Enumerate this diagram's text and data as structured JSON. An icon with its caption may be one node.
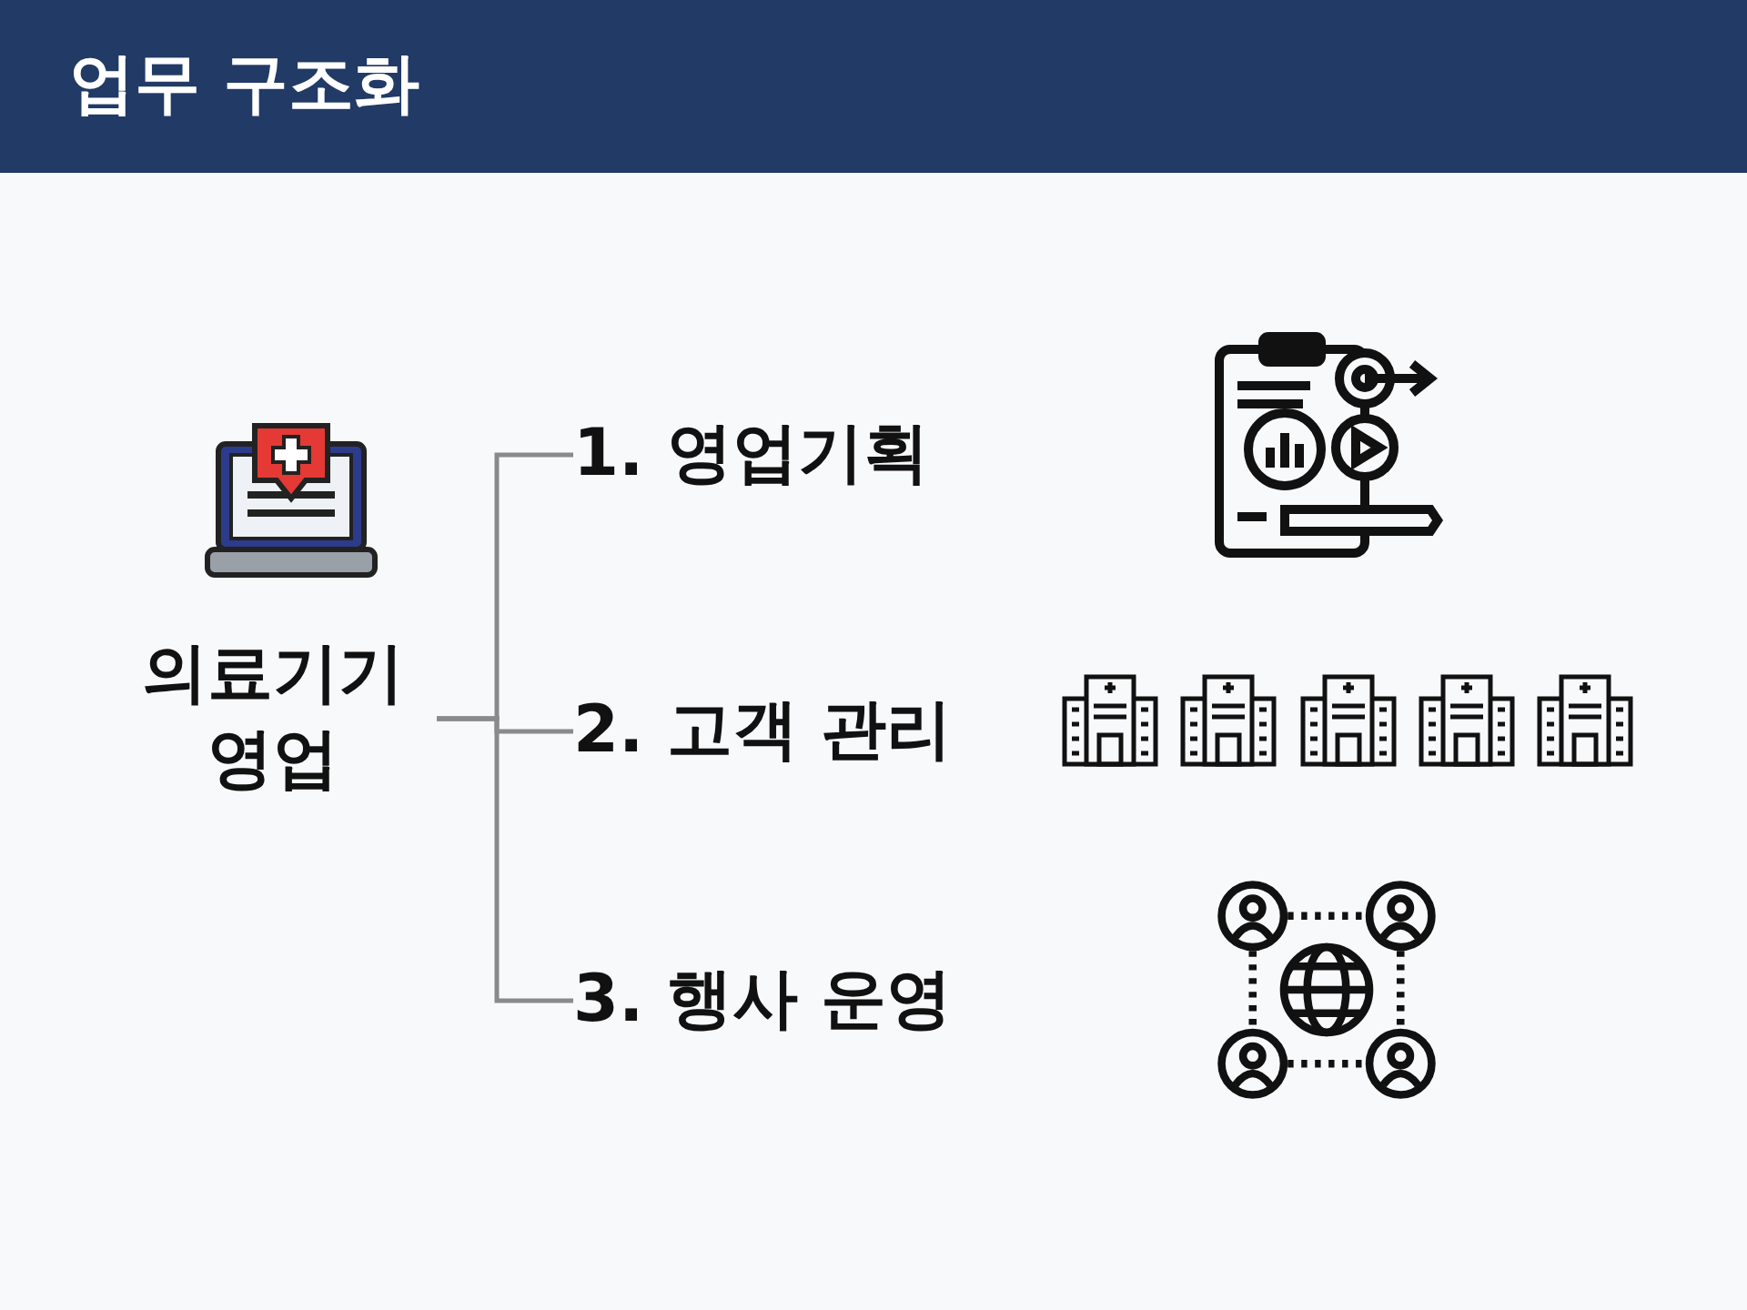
{
  "diagram": {
    "title": "업무 구조화",
    "nodes": [
      {
        "text": [
          "의료기기 영업"
        ]
      },
      {
        "text": [
          "1. 영업기획"
        ]
      },
      {
        "text": [
          "2. 고객 관리"
        ]
      },
      {
        "text": [
          "3. 행사 운영"
        ]
      }
    ],
    "edges": [
      {
        "from": 0,
        "to": 1,
        "arrow": "none"
      },
      {
        "from": 0,
        "to": 2,
        "arrow": "none"
      },
      {
        "from": 0,
        "to": 3,
        "arrow": "none"
      }
    ]
  }
}
